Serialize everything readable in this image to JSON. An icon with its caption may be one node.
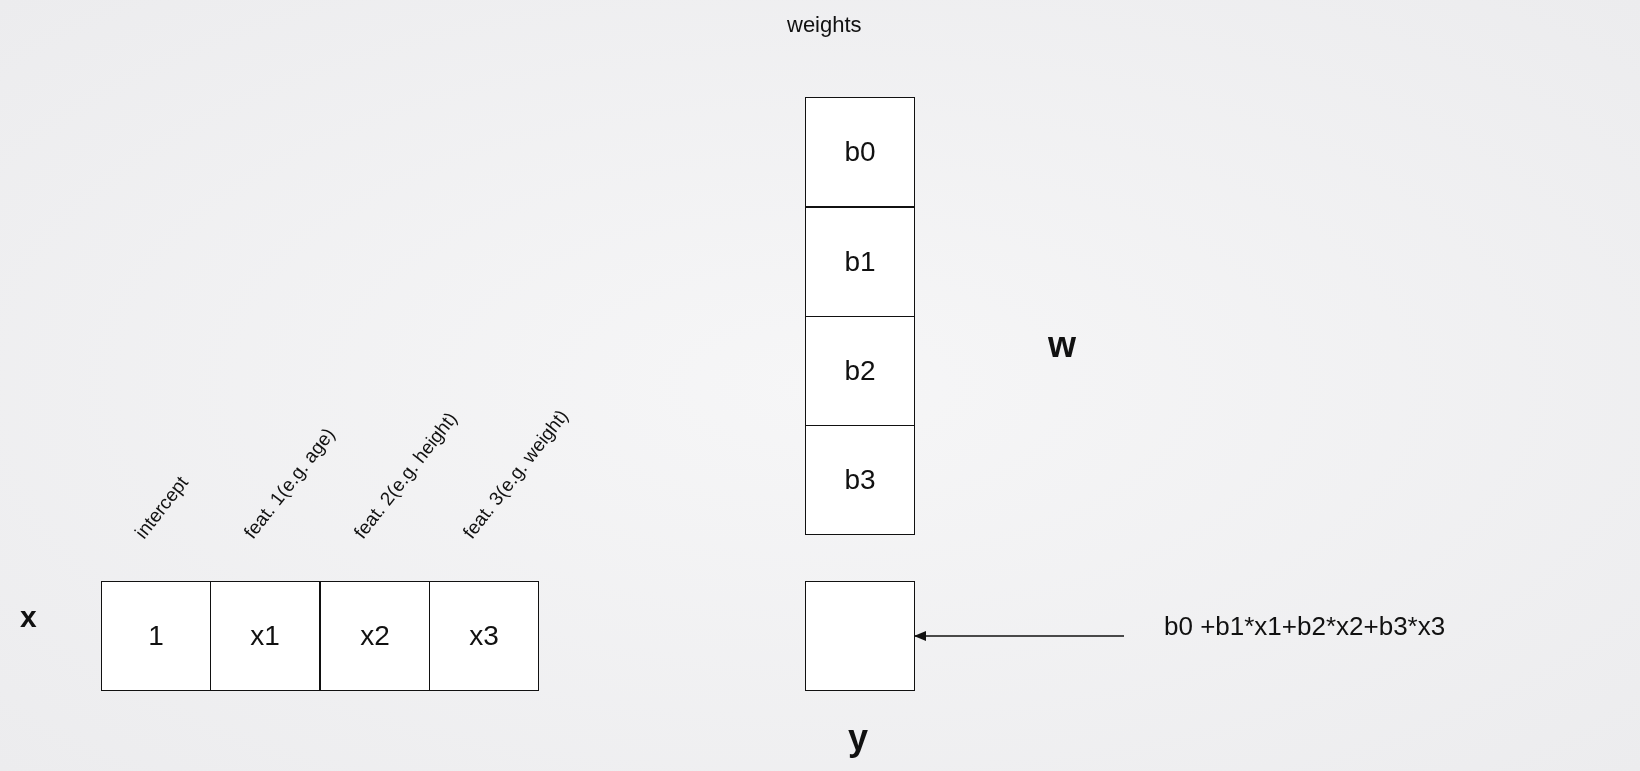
{
  "diagram": {
    "nodes": [
      {
        "text": [
          "1"
        ],
        "beside": [
          "intercept"
        ]
      },
      {
        "text": [
          "x1"
        ],
        "beside": [
          "feat. 1(e.g. age)"
        ]
      },
      {
        "text": [
          "x2"
        ],
        "beside": [
          "feat. 2(e.g. height)"
        ]
      },
      {
        "text": [
          "x3"
        ],
        "beside": [
          "feat. 3(e.g. weight)"
        ]
      },
      {
        "text": [
          "b0"
        ]
      },
      {
        "text": [
          "b1"
        ]
      },
      {
        "text": [
          "b2"
        ]
      },
      {
        "text": [
          "b3"
        ]
      },
      {
        "text": [],
        "shape": "box",
        "beside": [
          "y"
        ]
      },
      {
        "text": [
          "b0 +b1*x1+b2*x2+b3*x3"
        ]
      }
    ],
    "edges": [
      {
        "from": 9,
        "to": 8,
        "arrow": "to"
      }
    ],
    "labels": [
      "weights",
      "w",
      "x"
    ]
  }
}
